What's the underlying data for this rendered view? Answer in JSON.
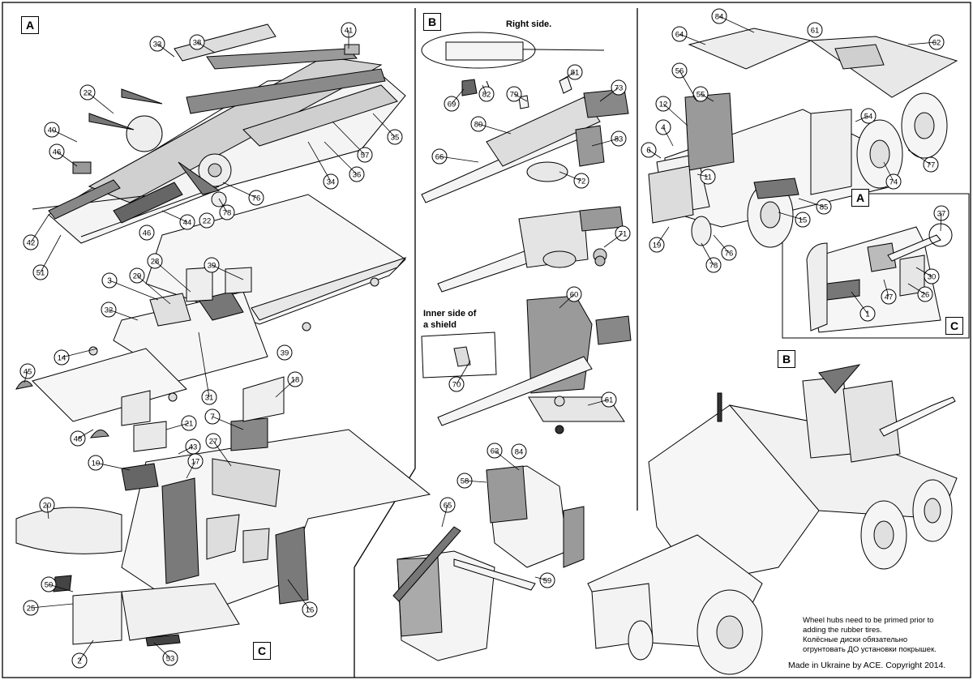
{
  "sections": [
    {
      "tag": "A",
      "title": "Chassis, cab floor and body assembly"
    },
    {
      "tag": "B",
      "title": "Gun assembly"
    },
    {
      "tag": "C",
      "title": "Dashboard detail"
    }
  ],
  "labels": {
    "right_side": "Right side.",
    "inner_shield": "Inner side of a shield"
  },
  "inner_shield_lines": [
    "Inner side of",
    "a shield"
  ],
  "note_lines": [
    "Wheel hubs need to be primed prior to",
    "adding the rubber tires.",
    "Колёсные диски обязательно",
    "огрунтовать ДО установки покрышек."
  ],
  "footer": "Made in Ukraine by ACE. Copyright 2014.",
  "part_callouts": [
    "1",
    "2",
    "3",
    "4",
    "6",
    "7",
    "10",
    "11",
    "12",
    "14",
    "15",
    "16",
    "17",
    "18",
    "19",
    "20",
    "21",
    "22",
    "25",
    "26",
    "27",
    "28",
    "29",
    "30",
    "31",
    "32",
    "33",
    "34",
    "35",
    "36",
    "37",
    "38",
    "39",
    "40",
    "41",
    "42",
    "43",
    "44",
    "45",
    "46",
    "47",
    "48",
    "50",
    "51",
    "53",
    "54",
    "55",
    "56",
    "57",
    "58",
    "59",
    "60",
    "61",
    "62",
    "63",
    "64",
    "65",
    "66",
    "69",
    "70",
    "71",
    "72",
    "73",
    "74",
    "76",
    "77",
    "78",
    "79",
    "80",
    "81",
    "82",
    "83",
    "84",
    "85"
  ],
  "colors": {
    "line": "#000000",
    "fill_light": "#f2f2f2",
    "fill_mid": "#bdbdbd",
    "fill_dark": "#7a7a7a"
  }
}
